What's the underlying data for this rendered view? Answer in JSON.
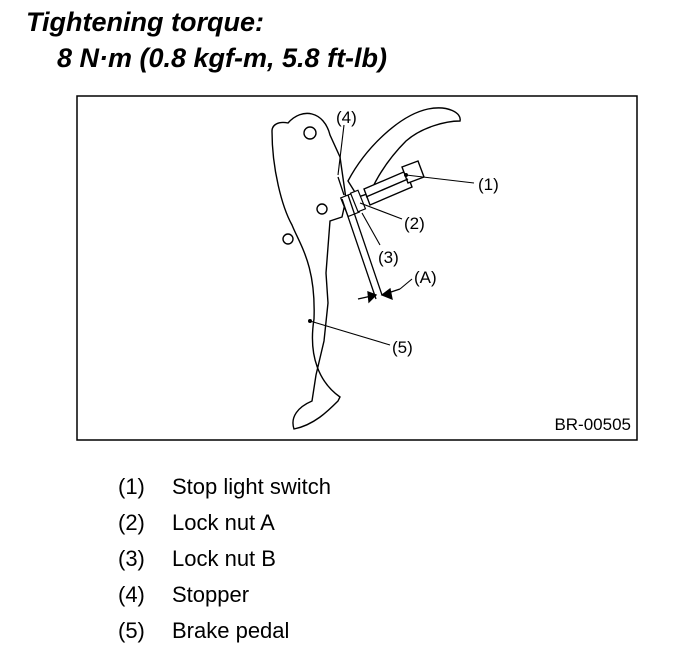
{
  "heading": {
    "line1": "Tightening torque:",
    "line2": "8 N·m (0.8 kgf-m, 5.8 ft-lb)"
  },
  "figure": {
    "code": "BR-00505",
    "callouts": [
      "(1)",
      "(2)",
      "(3)",
      "(4)",
      "(5)",
      "(A)"
    ]
  },
  "legend": [
    {
      "num": "(1)",
      "label": "Stop light switch"
    },
    {
      "num": "(2)",
      "label": "Lock nut A"
    },
    {
      "num": "(3)",
      "label": "Lock nut B"
    },
    {
      "num": "(4)",
      "label": "Stopper"
    },
    {
      "num": "(5)",
      "label": "Brake pedal"
    }
  ]
}
